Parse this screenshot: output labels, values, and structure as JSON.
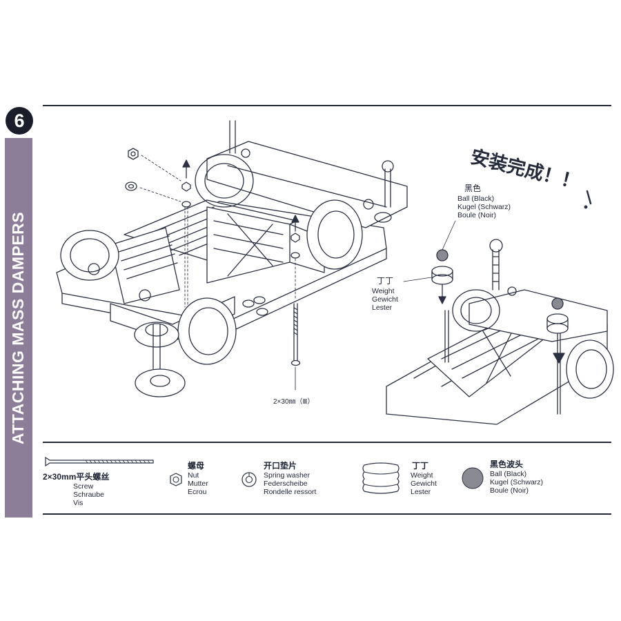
{
  "step": {
    "number": "6",
    "section_title": "ATTACHING MASS DAMPERS"
  },
  "illustration": {
    "completed_text": "安装完成！！",
    "screw_note": "2×30㎜（Ⅲ）",
    "ball_callout": {
      "name_cn": "黑色",
      "lines": [
        "Ball (Black)",
        "Kugel (Schwarz)",
        "Boule (Noir)"
      ]
    },
    "weight_callout": {
      "name_cn": "丁丁",
      "lines": [
        "Weight",
        "Gewicht",
        "Lester"
      ]
    }
  },
  "parts": [
    {
      "name_cn": "2×30mm平头螺丝",
      "lines": [
        "Screw",
        "Schraube",
        "Vis"
      ],
      "icon": "screw-icon"
    },
    {
      "name_cn": "螺母",
      "lines": [
        "Nut",
        "Mutter",
        "Ecrou"
      ],
      "icon": "nut-icon"
    },
    {
      "name_cn": "开口垫片",
      "lines": [
        "Spring washer",
        "Federscheibe",
        "Rondelle ressort"
      ],
      "icon": "spring-washer-icon"
    },
    {
      "name_cn": "丁丁",
      "lines": [
        "Weight",
        "Gewicht",
        "Lester"
      ],
      "icon": "weight-icon"
    },
    {
      "name_cn": "黑色波头",
      "lines": [
        "Ball (Black)",
        "Kugel (Schwarz)",
        "Boule (Noir)"
      ],
      "icon": "ball-icon"
    }
  ],
  "colors": {
    "tab": "#8c7e98",
    "ink": "#232838",
    "ball": "#8a8a93"
  }
}
